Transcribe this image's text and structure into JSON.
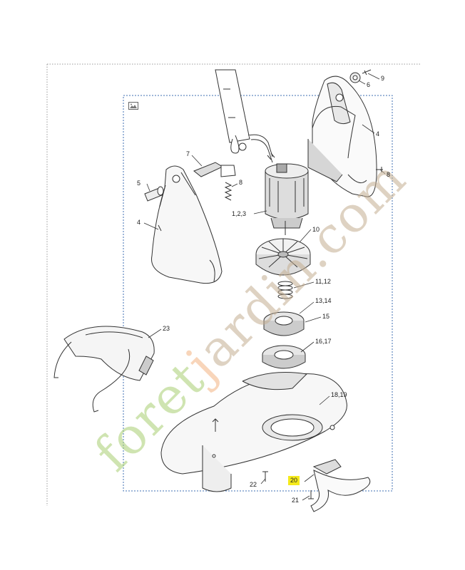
{
  "watermark": {
    "green_part": "foret",
    "orange_part": "j",
    "brown_part": "ardin.com",
    "colors": {
      "green": "#a9cf72",
      "orange": "#f4b483",
      "brown": "#c4ae92"
    }
  },
  "highlight_color": "#f5ea1b",
  "callouts": [
    {
      "id": "9",
      "text": "9"
    },
    {
      "id": "6",
      "text": "6"
    },
    {
      "id": "4-top",
      "text": "4"
    },
    {
      "id": "8-right",
      "text": "8"
    },
    {
      "id": "7",
      "text": "7"
    },
    {
      "id": "5",
      "text": "5"
    },
    {
      "id": "8-left",
      "text": "8"
    },
    {
      "id": "4-left",
      "text": "4"
    },
    {
      "id": "1-2-3",
      "text": "1,2,3"
    },
    {
      "id": "10",
      "text": "10"
    },
    {
      "id": "11-12",
      "text": "11,12"
    },
    {
      "id": "13-14",
      "text": "13,14"
    },
    {
      "id": "15",
      "text": "15"
    },
    {
      "id": "23",
      "text": "23"
    },
    {
      "id": "16-17",
      "text": "16,17"
    },
    {
      "id": "18-19",
      "text": "18,19"
    },
    {
      "id": "22",
      "text": "22"
    },
    {
      "id": "20",
      "text": "20",
      "highlighted": true
    },
    {
      "id": "21",
      "text": "21"
    }
  ],
  "icons": [
    "image-icon"
  ]
}
